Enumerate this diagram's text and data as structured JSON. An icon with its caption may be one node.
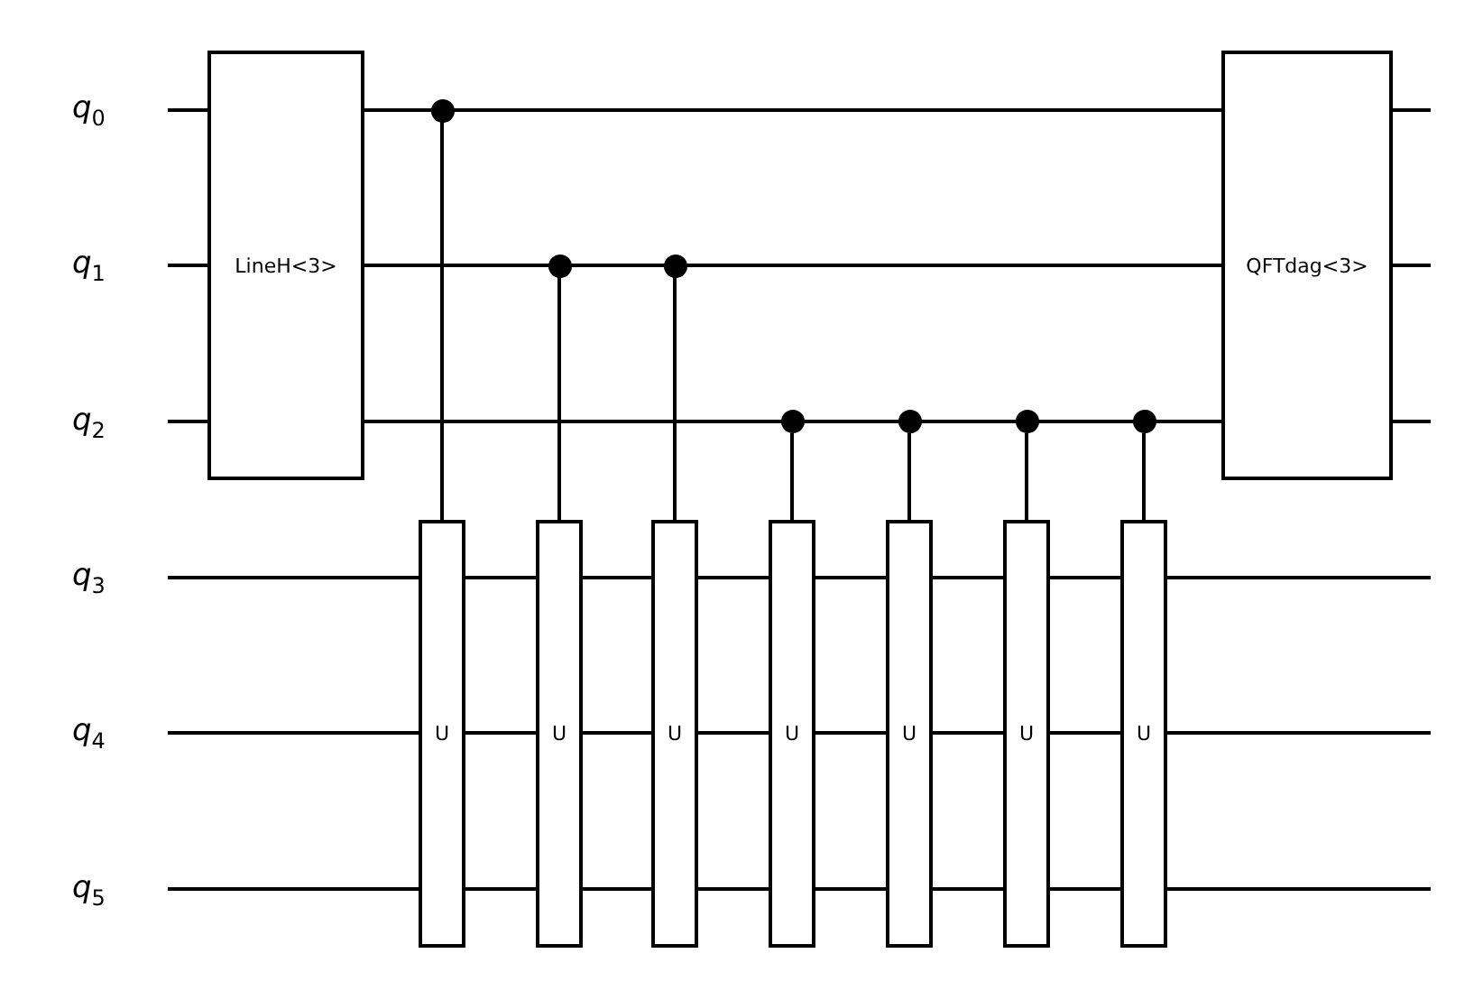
{
  "diagram": {
    "nodes": [
      {
        "text": [
          "LineH<3>"
        ]
      },
      {
        "text": [],
        "shape": "circle"
      },
      {
        "text": [
          "U"
        ]
      },
      {
        "text": [],
        "shape": "circle"
      },
      {
        "text": [
          "U"
        ]
      },
      {
        "text": [],
        "shape": "circle"
      },
      {
        "text": [
          "U"
        ]
      },
      {
        "text": [],
        "shape": "circle"
      },
      {
        "text": [
          "U"
        ]
      },
      {
        "text": [],
        "shape": "circle"
      },
      {
        "text": [
          "U"
        ]
      },
      {
        "text": [],
        "shape": "circle"
      },
      {
        "text": [
          "U"
        ]
      },
      {
        "text": [],
        "shape": "circle"
      },
      {
        "text": [
          "U"
        ]
      },
      {
        "text": [
          "QFTdag<3>"
        ]
      }
    ],
    "edges": [
      {
        "from": 1,
        "to": 2,
        "arrow": "none"
      },
      {
        "from": 3,
        "to": 4,
        "arrow": "none"
      },
      {
        "from": 5,
        "to": 6,
        "arrow": "none"
      },
      {
        "from": 7,
        "to": 8,
        "arrow": "none"
      },
      {
        "from": 9,
        "to": 10,
        "arrow": "none"
      },
      {
        "from": 11,
        "to": 12,
        "arrow": "none"
      },
      {
        "from": 13,
        "to": 14,
        "arrow": "none"
      }
    ],
    "labels": [
      "q$_{0}$",
      "q$_{1}$",
      "q$_{2}$",
      "q$_{3}$",
      "q$_{4}$",
      "q$_{5}$"
    ]
  }
}
